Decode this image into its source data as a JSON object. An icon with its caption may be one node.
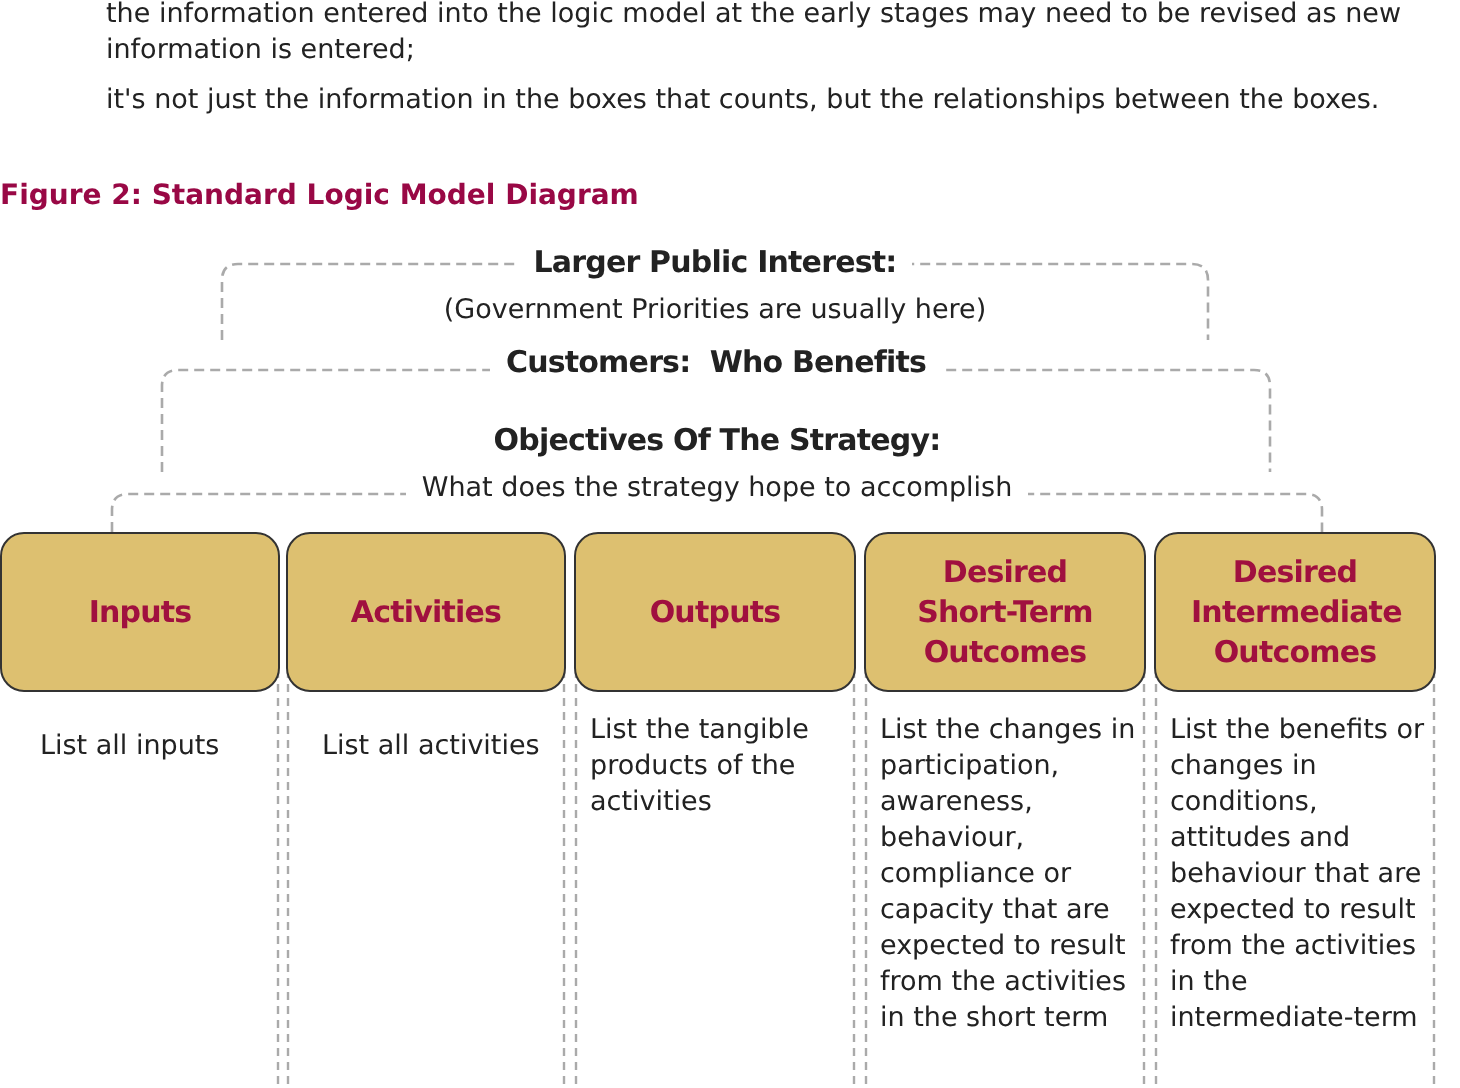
{
  "diagram": {
    "title": "Figure 2: Standard Logic Model Diagram",
    "nodes": [
      {
        "text": [
          "Larger Public Interest:",
          "(Government Priorities are usually here)"
        ]
      },
      {
        "text": [
          "Customers:  Who Benefits"
        ]
      },
      {
        "text": [
          "Objectives Of The Strategy:",
          "What does the strategy hope to accomplish"
        ]
      },
      {
        "text": [
          "Inputs"
        ],
        "beside": [
          "List all inputs"
        ]
      },
      {
        "text": [
          "Activities"
        ],
        "beside": [
          "List all activities"
        ]
      },
      {
        "text": [
          "Outputs"
        ],
        "beside": [
          "List the tangible products of the activities"
        ]
      },
      {
        "text": [
          "Desired Short-Term Outcomes"
        ],
        "beside": [
          "List the changes in participation, awareness, behaviour, compliance or capacity that are expected to result from the activities in the short term"
        ]
      },
      {
        "text": [
          "Desired Intermediate Outcomes"
        ],
        "beside": [
          "List the benefits or changes in conditions, attitudes and behaviour that are expected to result from the activities in the intermediate-term"
        ]
      }
    ],
    "edges": [],
    "labels": [
      "the information entered into the logic model at the early stages may need to be revised as new information is entered;",
      "it's not just the information in the boxes that counts, but the relationships between the boxes."
    ]
  }
}
